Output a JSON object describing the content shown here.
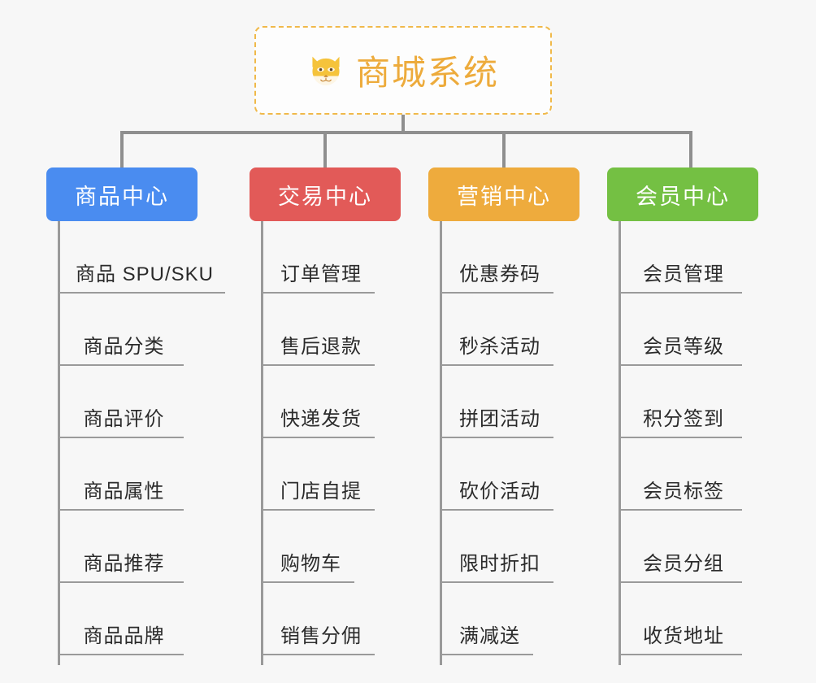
{
  "page": {
    "background": "#f7f7f7",
    "line_color": "#8f8f8f"
  },
  "root": {
    "title": "商城系统",
    "icon": "shiba-dog-face-emoji",
    "text_color": "#edab3c",
    "border_color": "#f0b94a",
    "background": "#fdfdfd"
  },
  "categories": [
    {
      "label": "商品中心",
      "color": "#4a8cf0",
      "items": [
        "商品 SPU/SKU",
        "商品分类",
        "商品评价",
        "商品属性",
        "商品推荐",
        "商品品牌"
      ]
    },
    {
      "label": "交易中心",
      "color": "#e25a58",
      "items": [
        "订单管理",
        "售后退款",
        "快递发货",
        "门店自提",
        "购物车",
        "销售分佣"
      ]
    },
    {
      "label": "营销中心",
      "color": "#eeab3d",
      "items": [
        "优惠券码",
        "秒杀活动",
        "拼团活动",
        "砍价活动",
        "限时折扣",
        "满减送"
      ]
    },
    {
      "label": "会员中心",
      "color": "#74c043",
      "items": [
        "会员管理",
        "会员等级",
        "积分签到",
        "会员标签",
        "会员分组",
        "收货地址"
      ]
    }
  ]
}
